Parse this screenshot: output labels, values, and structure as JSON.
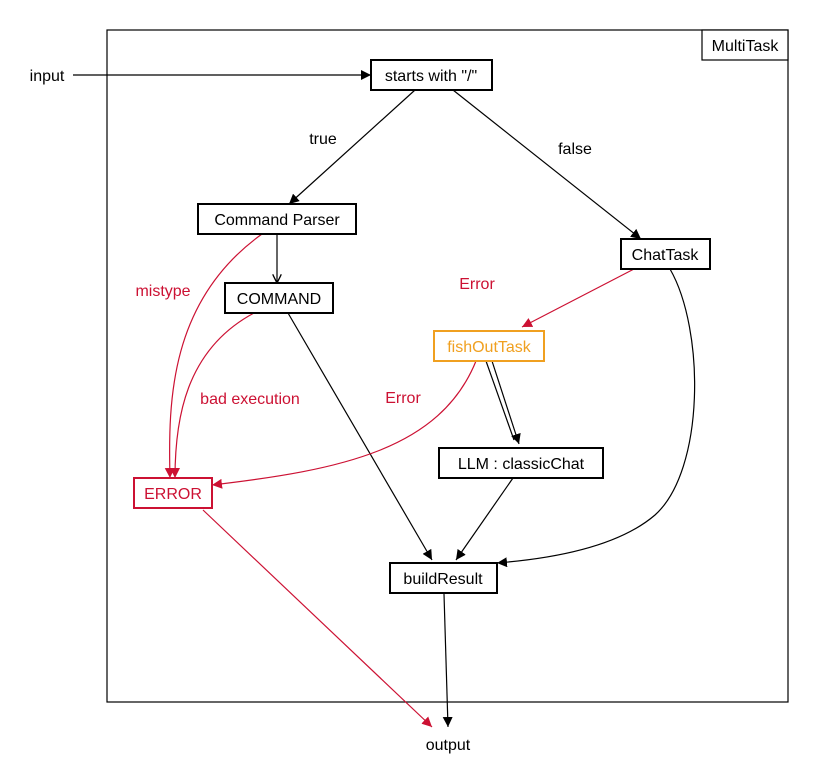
{
  "container": {
    "label": "MultiTask"
  },
  "io": {
    "input": "input",
    "output": "output"
  },
  "nodes": {
    "starts_with": "starts with \"/\"",
    "command_parser": "Command Parser",
    "command": "COMMAND",
    "chat_task": "ChatTask",
    "fish_out_task": "fishOutTask",
    "llm": "LLM : classicChat",
    "error": "ERROR",
    "build_result": "buildResult"
  },
  "edge_labels": {
    "true": "true",
    "false": "false",
    "mistype": "mistype",
    "bad_execution": "bad execution",
    "error_chat": "Error",
    "error_fish": "Error"
  },
  "colors": {
    "black": "#000000",
    "red": "#cc1133",
    "orange": "#f0a020"
  }
}
